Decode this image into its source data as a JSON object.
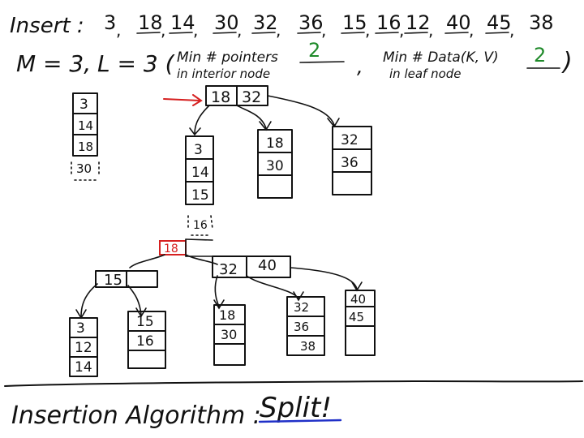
{
  "insert_line": {
    "label": "Insert :",
    "keys": [
      "3",
      "18",
      "14",
      "30",
      "32",
      "36",
      "15",
      "16",
      "12",
      "40",
      "45",
      "38"
    ]
  },
  "params": {
    "m_text": "M = 3,",
    "l_text": "L = 3 (",
    "min_pointers_line1": "Min # pointers",
    "min_pointers_line2": "in interior node",
    "min_pointers_value": "2",
    "comma": ",",
    "min_data_line1": "Min # Data(K, V)",
    "min_data_line2": "in leaf node",
    "min_data_value": "2",
    "close": ")"
  },
  "colors": {
    "ink": "#111111",
    "red": "#d62020",
    "green": "#1f8a2a",
    "blue": "#2030c8"
  },
  "side_leaf": {
    "keys": [
      "3",
      "14",
      "18"
    ],
    "overflow": "30"
  },
  "tree_before": {
    "root": [
      "18",
      "32"
    ],
    "leaves": [
      [
        "3",
        "14",
        "15"
      ],
      [
        "18",
        "30"
      ],
      [
        "32",
        "36"
      ]
    ],
    "pending": "16"
  },
  "tree_after": {
    "root": "18",
    "left_interior": "15",
    "right_interior": [
      "32",
      "40"
    ],
    "leaves": [
      [
        "3",
        "12",
        "14"
      ],
      [
        "15",
        "16"
      ],
      [
        "18",
        "30"
      ],
      [
        "32",
        "36",
        "38"
      ],
      [
        "40",
        "45"
      ]
    ]
  },
  "footer": {
    "text": "Insertion Algorithm :",
    "highlight": "Split!"
  }
}
